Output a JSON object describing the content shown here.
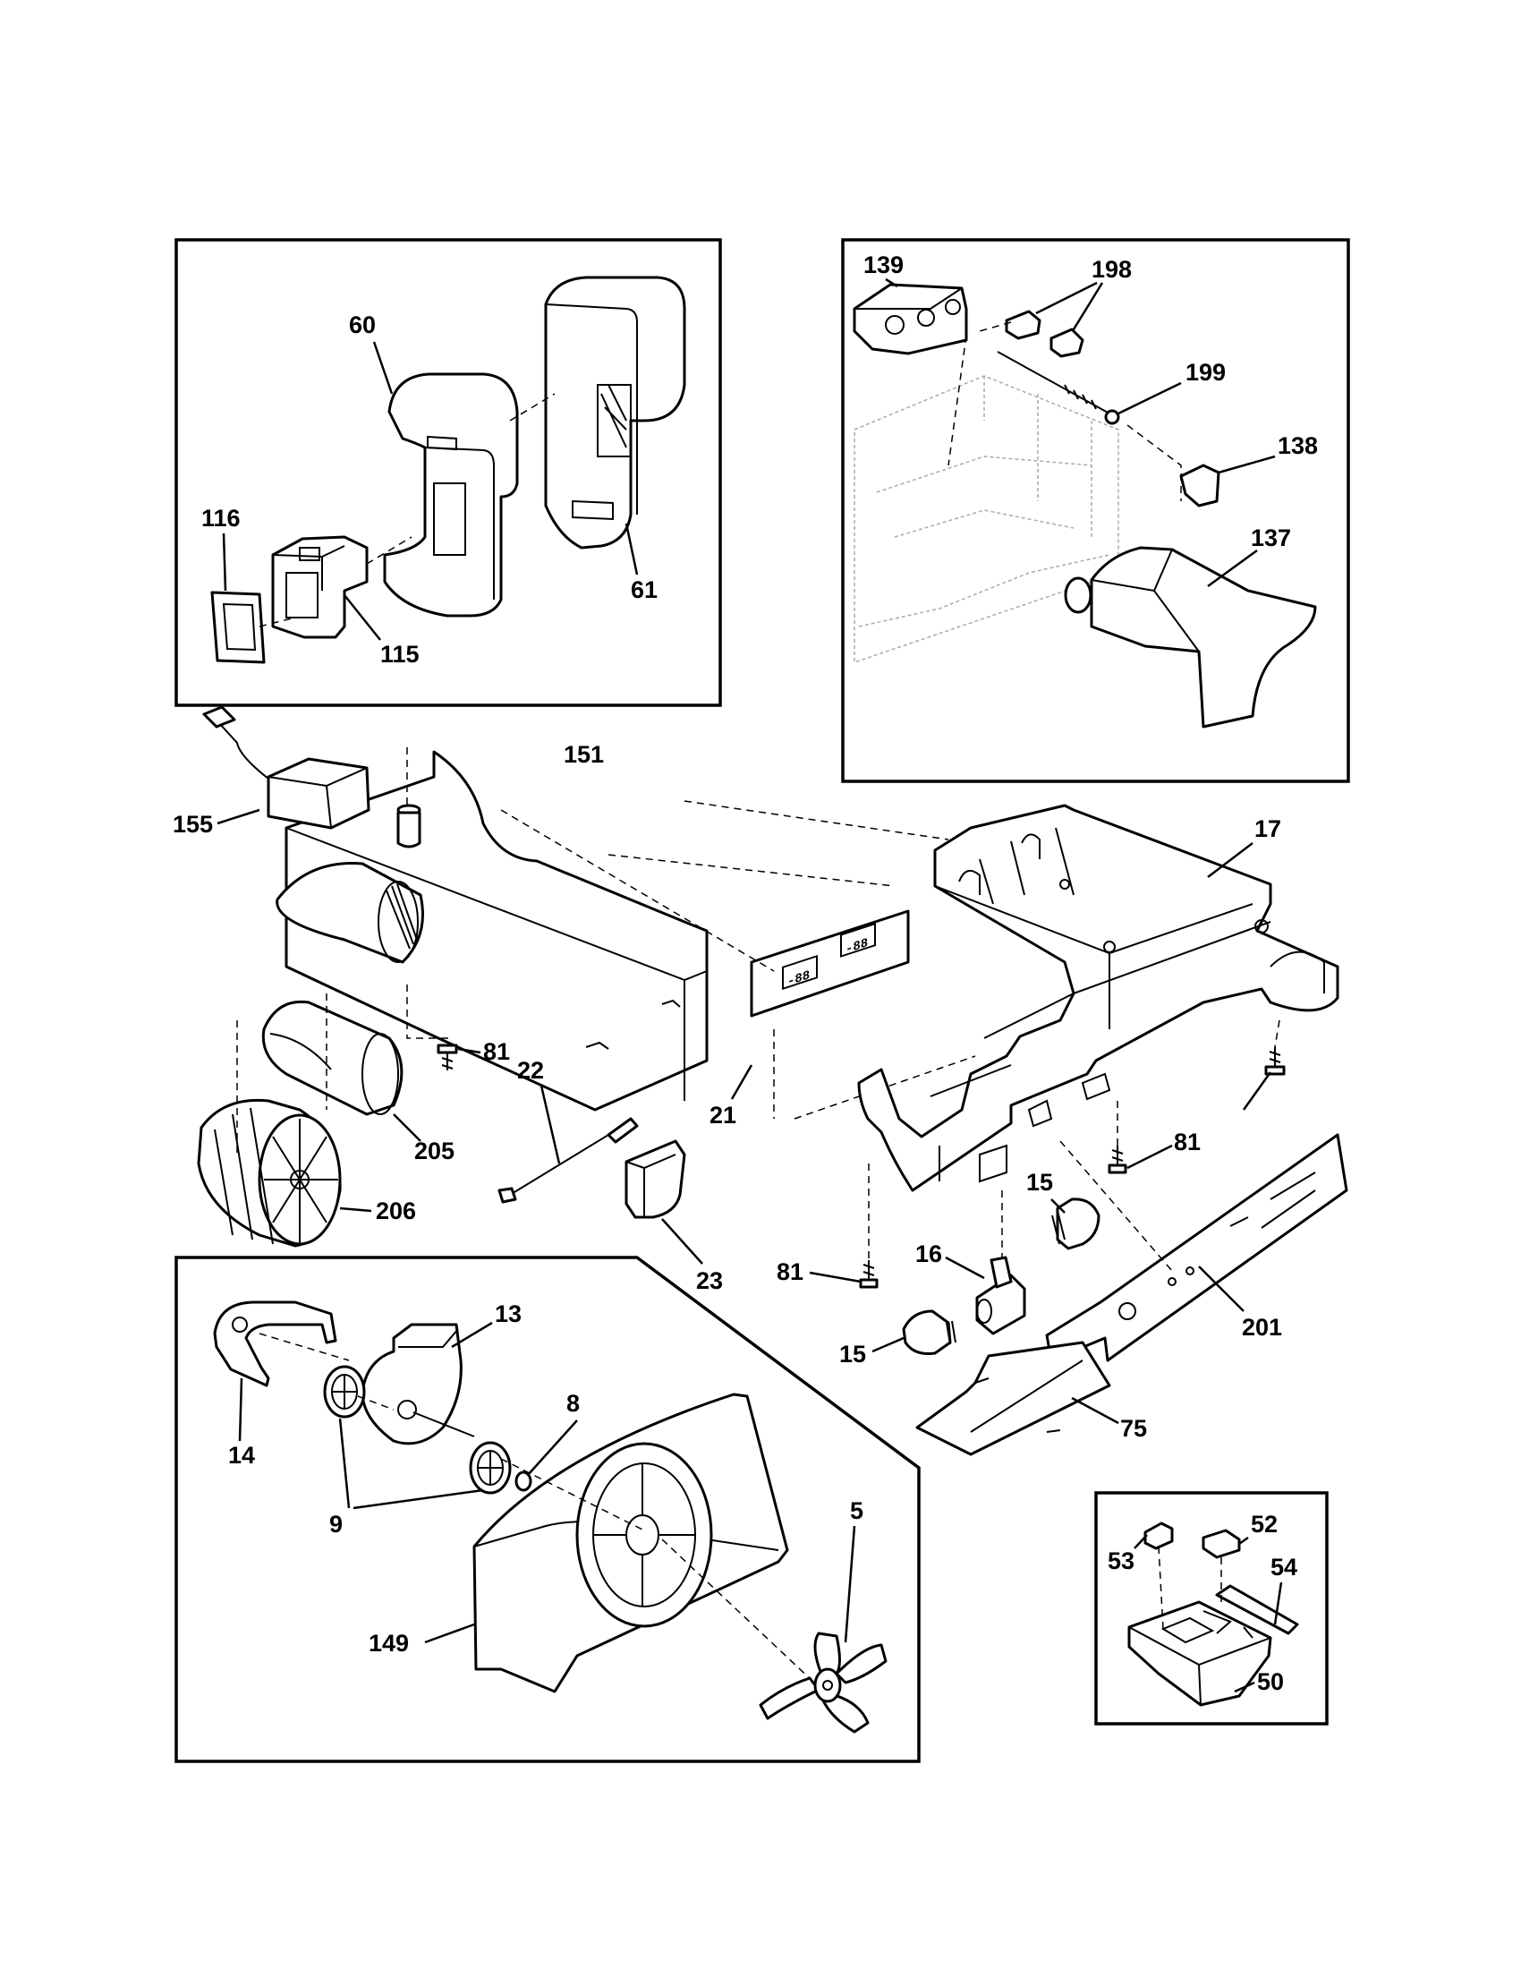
{
  "labels": {
    "l139": "139",
    "l198": "198",
    "l199": "199",
    "l138": "138",
    "l137": "137",
    "l60": "60",
    "l61": "61",
    "l116": "116",
    "l115": "115",
    "l151": "151",
    "l155": "155",
    "l17": "17",
    "l21": "21",
    "l22": "22",
    "l23": "23",
    "l81a": "81",
    "l81b": "81",
    "l81c": "81",
    "l205": "205",
    "l206": "206",
    "l15a": "15",
    "l15b": "15",
    "l16": "16",
    "l201": "201",
    "l75": "75",
    "l13": "13",
    "l14": "14",
    "l8": "8",
    "l9": "9",
    "l5": "5",
    "l149": "149",
    "l53": "53",
    "l52": "52",
    "l54": "54",
    "l50": "50"
  },
  "display": {
    "readout": "-88"
  }
}
